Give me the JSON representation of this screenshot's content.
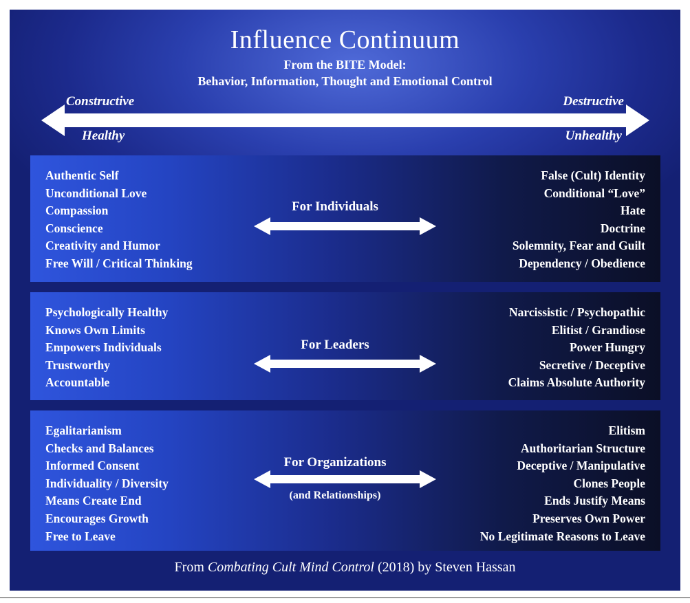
{
  "title": "Influence Continuum",
  "subtitle_line1": "From the BITE Model:",
  "subtitle_line2": "Behavior, Information, Thought and Emotional Control",
  "scale": {
    "left_top": "Constructive",
    "left_bottom": "Healthy",
    "right_top": "Destructive",
    "right_bottom": "Unhealthy"
  },
  "colors": {
    "background_dark": "#142073",
    "background_light": "#4f6ad8",
    "panel_left": "#2f55dd",
    "panel_right": "#0b0f26",
    "text": "#ffffff"
  },
  "panels": {
    "individuals": {
      "label": "For Individuals",
      "healthy": [
        "Authentic Self",
        "Unconditional Love",
        "Compassion",
        "Conscience",
        "Creativity and Humor",
        "Free Will / Critical Thinking"
      ],
      "unhealthy": [
        "False (Cult) Identity",
        "Conditional “Love”",
        "Hate",
        "Doctrine",
        "Solemnity, Fear and Guilt",
        "Dependency / Obedience"
      ]
    },
    "leaders": {
      "label": "For Leaders",
      "healthy": [
        "Psychologically Healthy",
        "Knows Own Limits",
        "Empowers Individuals",
        "Trustworthy",
        "Accountable"
      ],
      "unhealthy": [
        "Narcissistic / Psychopathic",
        "Elitist / Grandiose",
        "Power Hungry",
        "Secretive / Deceptive",
        "Claims Absolute Authority"
      ]
    },
    "organizations": {
      "label": "For Organizations",
      "sublabel": "(and Relationships)",
      "healthy": [
        "Egalitarianism",
        "Checks and Balances",
        "Informed Consent",
        "Individuality / Diversity",
        "Means Create End",
        "Encourages Growth",
        "Free to Leave"
      ],
      "unhealthy": [
        "Elitism",
        "Authoritarian Structure",
        "Deceptive / Manipulative",
        "Clones People",
        "Ends Justify Means",
        "Preserves Own Power",
        "No Legitimate Reasons to Leave"
      ]
    }
  },
  "credit": {
    "prefix": "From ",
    "book": "Combating Cult Mind Control",
    "suffix": " (2018) by Steven Hassan"
  }
}
